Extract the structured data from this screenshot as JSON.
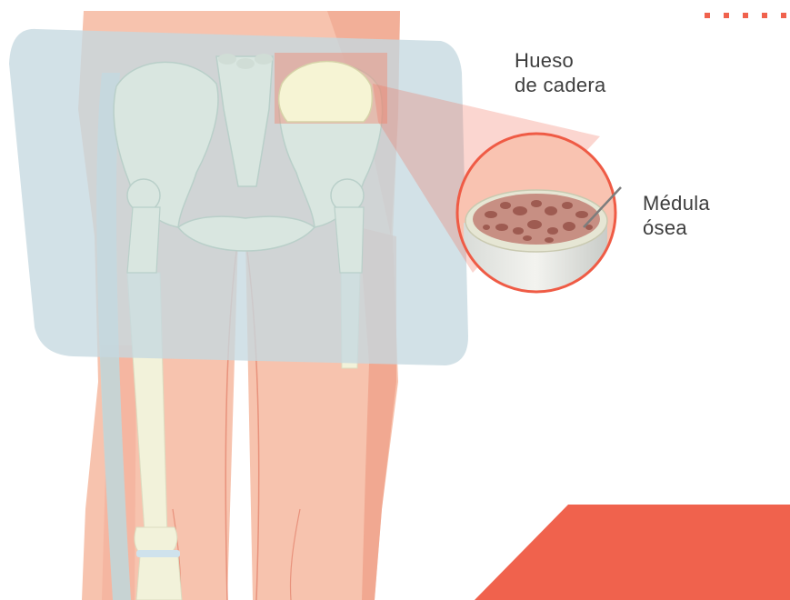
{
  "labels": {
    "hip_bone": {
      "line1": "Hueso",
      "line2": "de cadera"
    },
    "bone_marrow": {
      "line1": "Médula",
      "line2": "ósea"
    }
  },
  "colors": {
    "accent": "#f0624d",
    "skin": "#f7bfa9",
    "skin_shadow": "#ef9c83",
    "bone": "#f1f1d8",
    "overlay": "#c5d8e0",
    "marrow": "#a6685f",
    "text": "#3d3d3d"
  },
  "decor": {
    "dot_count": 5
  }
}
